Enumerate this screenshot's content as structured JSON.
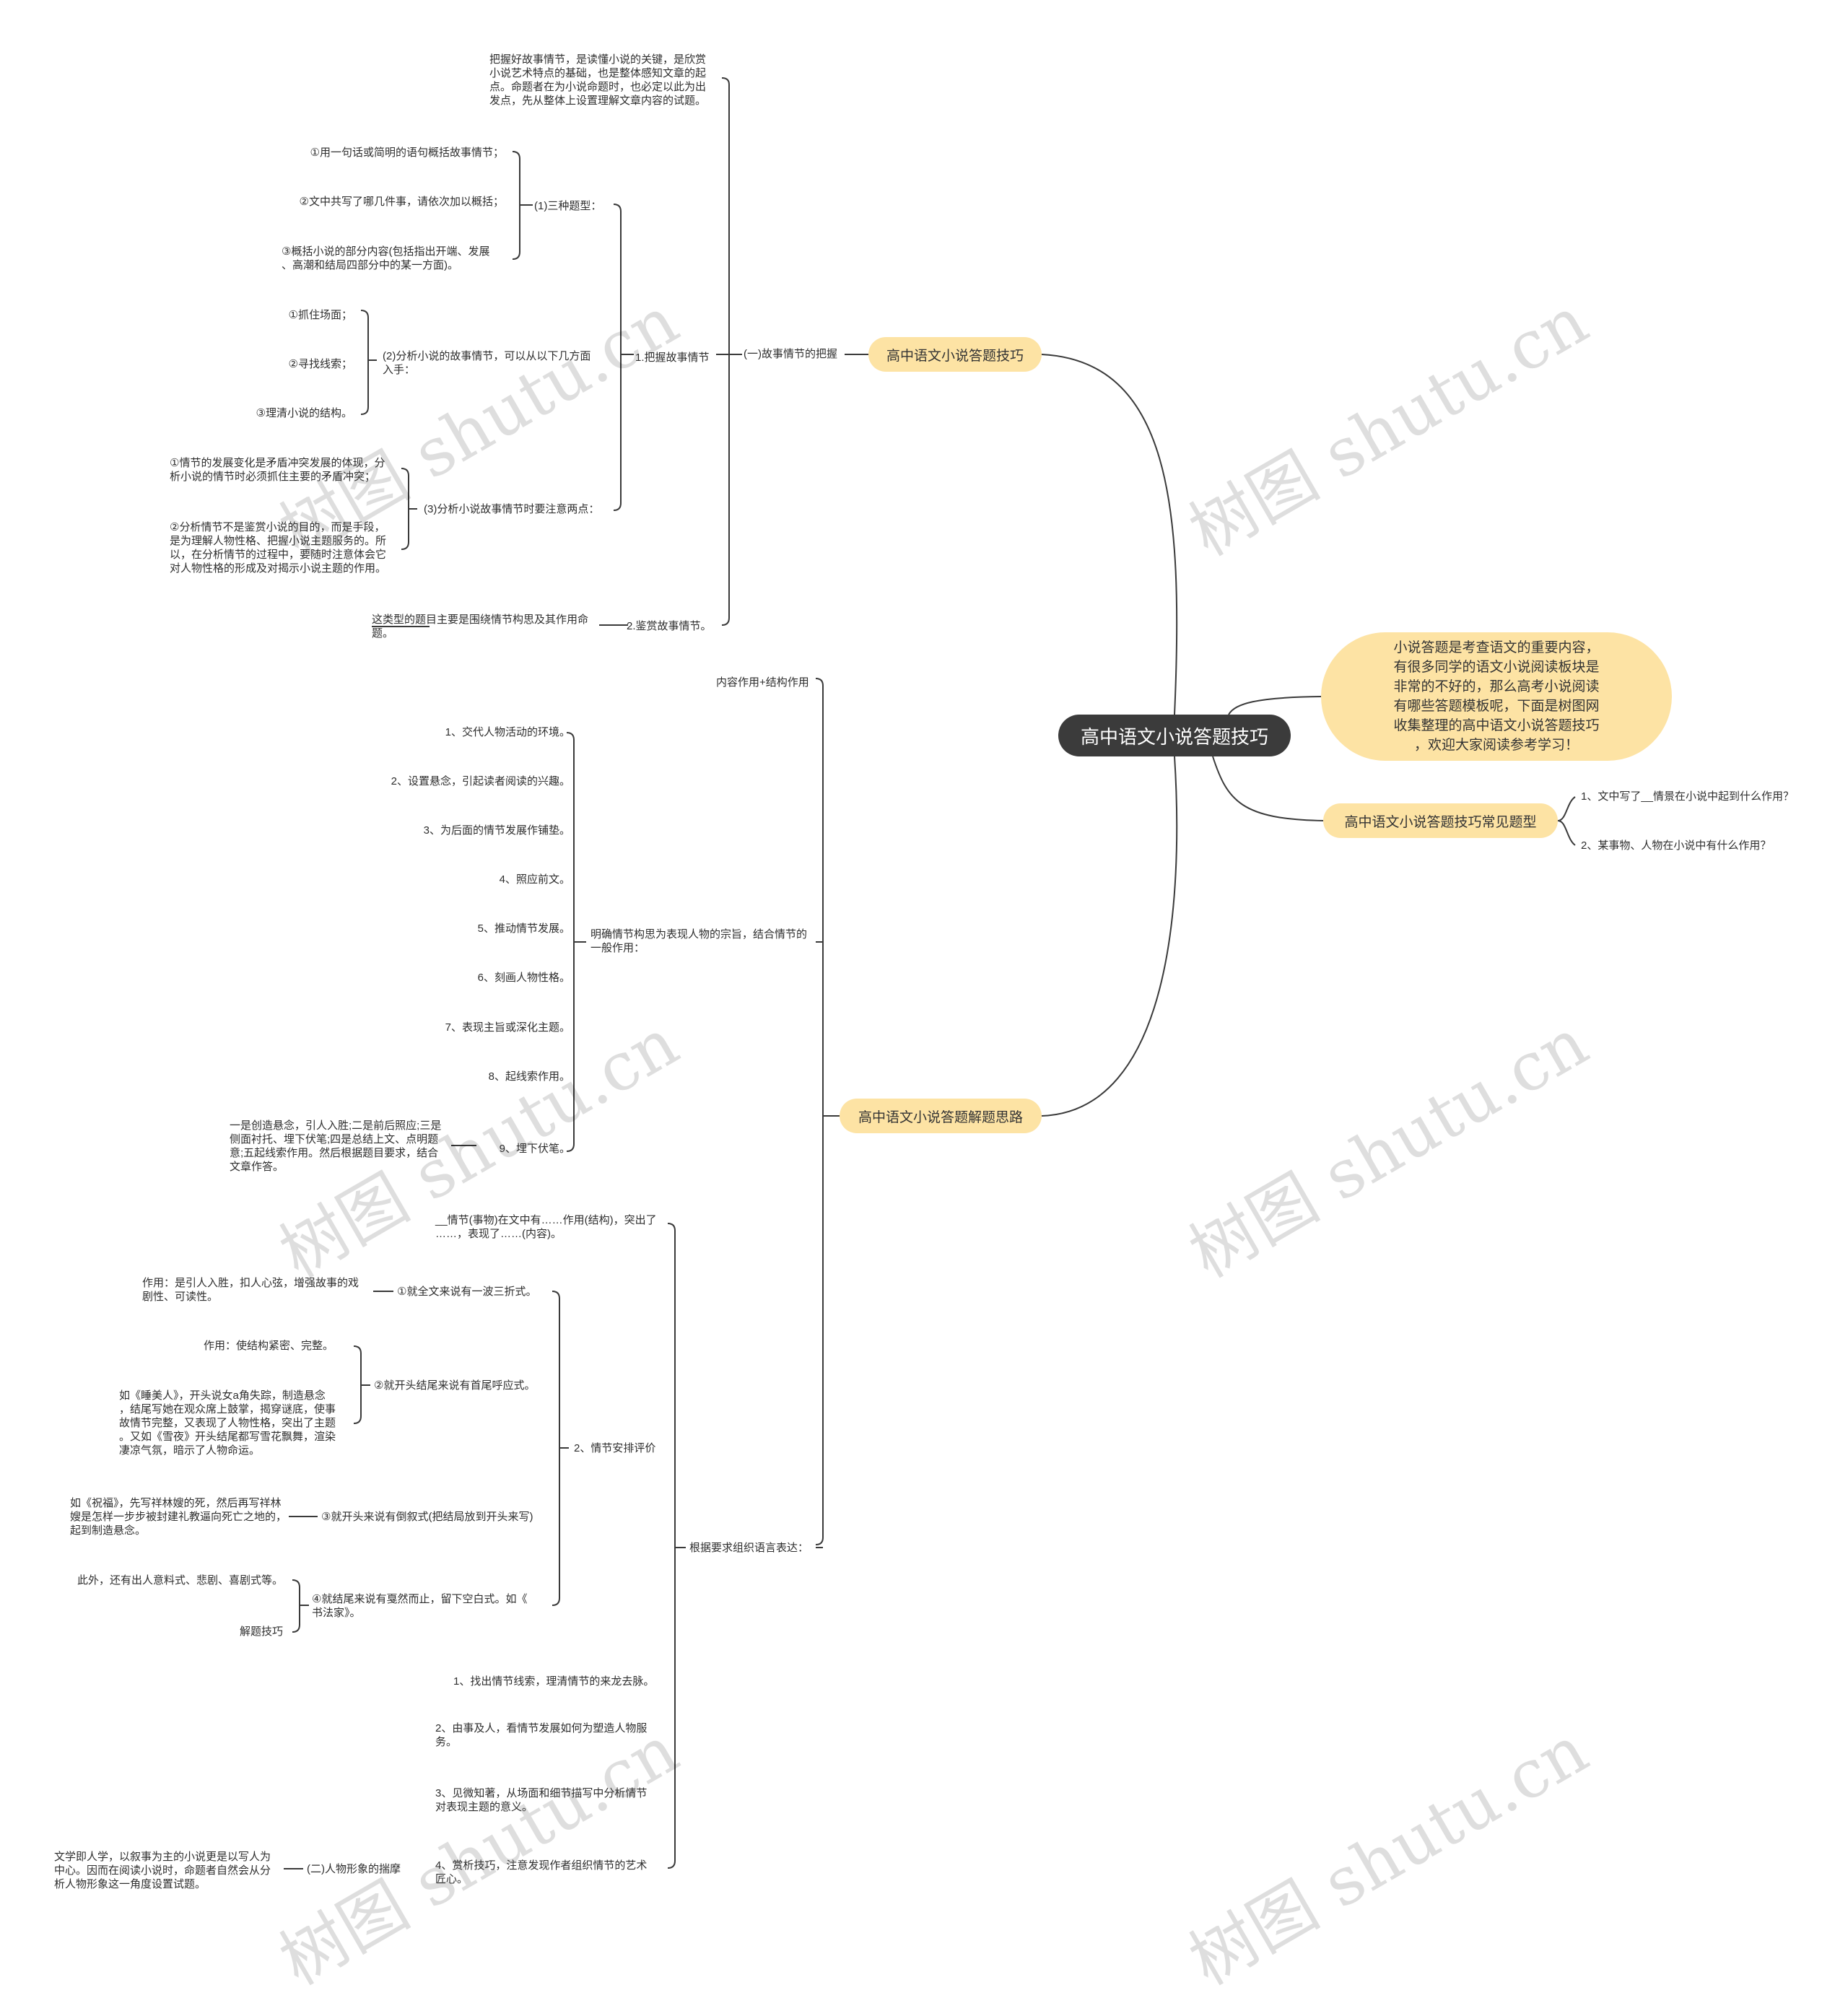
{
  "root": "高中语文小说答题技巧",
  "intro": "小说答题是考查语文的重要内容，\n有很多同学的语文小说阅读板块是\n非常的不好的，那么高考小说阅读\n有哪些答题模板呢，下面是树图网\n收集整理的高中语文小说答题技巧\n，欢迎大家阅读参考学习！",
  "branches": {
    "skills": "高中语文小说答题技巧",
    "types": "高中语文小说答题技巧常见题型",
    "ideas": "高中语文小说答题解题思路"
  },
  "types": [
    "1、文中写了__情景在小说中起到什么作用？",
    "2、某事物、人物在小说中有什么作用？"
  ],
  "skills": {
    "plot_grasp": "(一)故事情节的把握",
    "plot_intro": "把握好故事情节，是读懂小说的关键，是欣赏\n小说艺术特点的基础，也是整体感知文章的起\n点。命题者在为小说命题时，也必定以此为出\n发点，先从整体上设置理解文章内容的试题。",
    "grasp_plot": "1.把握故事情节",
    "three_types": "(1)三种题型：",
    "three_types_items": [
      "①用一句话或简明的语句概括故事情节；",
      "②文中共写了哪几件事，请依次加以概括；",
      "③概括小说的部分内容(包括指出开端、发展\n、高潮和结局四部分中的某一方面)。"
    ],
    "analyze": "(2)分析小说的故事情节，可以从以下几方面\n入手：",
    "analyze_items": [
      "①抓住场面；",
      "②寻找线索；",
      "③理清小说的结构。"
    ],
    "attention": "(3)分析小说故事情节时要注意两点：",
    "attention_items": [
      "①情节的发展变化是矛盾冲突发展的体现，分\n析小说的情节时必须抓住主要的矛盾冲突；",
      "②分析情节不是鉴赏小说的目的，而是手段，\n是为理解人物性格、把握小说主题服务的。所\n以，在分析情节的过程中，要随时注意体会它\n对人物性格的形成及对揭示小说主题的作用。"
    ],
    "appreciate": "2.鉴赏故事情节。",
    "appreciate_note": "这类型的题目主要是围绕情节构思及其作用命\n题。"
  },
  "ideas": {
    "content_structure": "内容作用+结构作用",
    "clear": "明确情节构思为表现人物的宗旨，结合情节的\n一般作用：",
    "functions": [
      "1、交代人物活动的环境。",
      "2、设置悬念，引起读者阅读的兴趣。",
      "3、为后面的情节发展作铺垫。",
      "4、照应前文。",
      "5、推动情节发展。",
      "6、刻画人物性格。",
      "7、表现主旨或深化主题。",
      "8、起线索作用。",
      "9、埋下伏笔。"
    ],
    "fn9_note": "一是创造悬念，引人入胜;二是前后照应;三是\n侧面衬托、埋下伏笔;四是总结上文、点明题\n意;五起线索作用。然后根据题目要求，结合\n文章作答。",
    "organize": "根据要求组织语言表达：",
    "template": "__情节(事物)在文中有……作用(结构)，突出了\n……，表现了……(内容)。",
    "arrangement": "2、情节安排评价",
    "arr_items": [
      "①就全文来说有一波三折式。",
      "②就开头结尾来说有首尾呼应式。",
      "③就开头来说有倒叙式(把结局放到开头来写)",
      "④就结尾来说有戛然而止，留下空白式。如《\n书法家》。"
    ],
    "arr1_note": "作用：是引人入胜，扣人心弦，增强故事的戏\n剧性、可读性。",
    "arr2_note1": "作用：使结构紧密、完整。",
    "arr2_note2": "如《睡美人》，开头说女a角失踪，制造悬念\n，结尾写她在观众席上鼓掌，揭穿谜底，使事\n故情节完整，又表现了人物性格，突出了主题\n。又如《雪夜》开头结尾都写雪花飘舞，渲染\n凄凉气氛，暗示了人物命运。",
    "arr3_note": "如《祝福》，先写祥林嫂的死，然后再写祥林\n嫂是怎样一步步被封建礼教逼向死亡之地的，\n起到制造悬念。",
    "arr4_note1": "此外，还有出人意料式、悲剧、喜剧式等。",
    "arr4_note2": "解题技巧",
    "steps": [
      "1、找出情节线索，理清情节的来龙去脉。",
      "2、由事及人，看情节发展如何为塑造人物服\n务。",
      "3、见微知著，从场面和细节描写中分析情节\n对表现主题的意义。",
      "4、赏析技巧，注意发现作者组织情节的艺术\n匠心。"
    ],
    "character": "(二)人物形象的揣摩",
    "character_note": "文学即人学，以叙事为主的小说更是以写人为\n中心。因而在阅读小说时，命题者自然会从分\n析人物形象这一角度设置试题。"
  },
  "watermark": "树图 shutu.cn"
}
